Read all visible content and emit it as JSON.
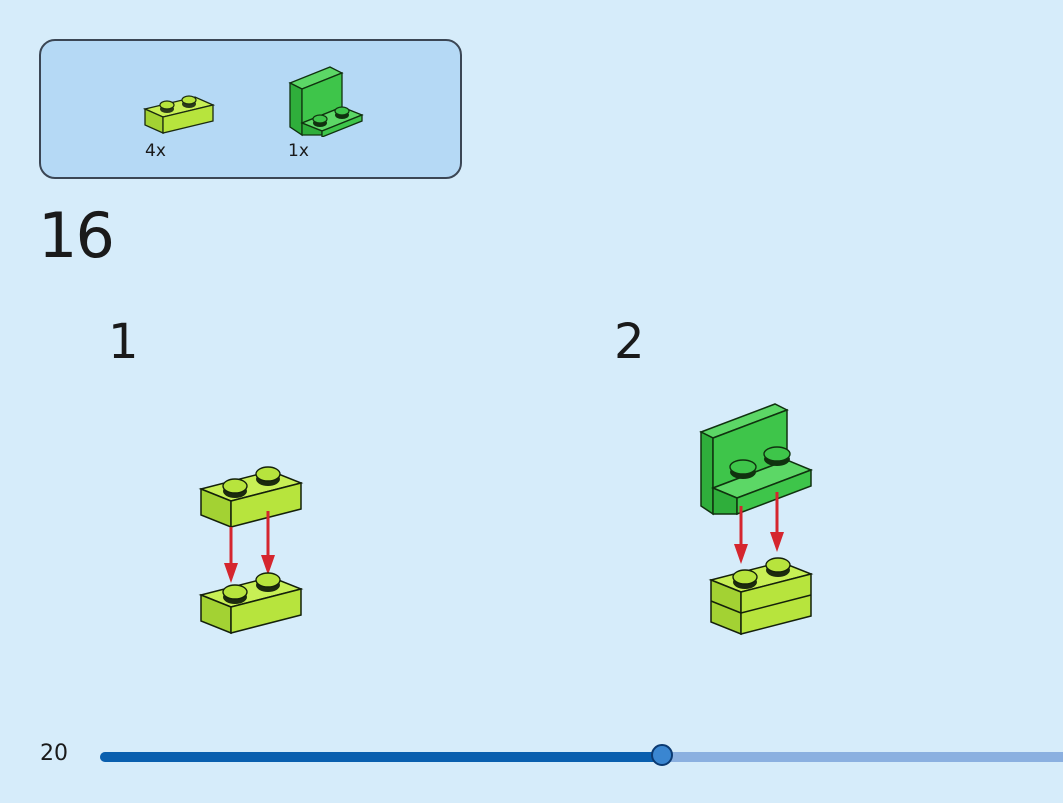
{
  "parts_list": {
    "items": [
      {
        "icon": "lime-plate-1x2-icon",
        "color": "#b7e43d",
        "count": "4x"
      },
      {
        "icon": "green-bracket-1x2-icon",
        "color": "#3ec54a",
        "count": "1x"
      }
    ]
  },
  "step": {
    "number": "16"
  },
  "substeps": [
    {
      "number": "1"
    },
    {
      "number": "2"
    }
  ],
  "page": {
    "number": "20"
  },
  "progress": {
    "fraction": 0.584
  },
  "colors": {
    "background": "#d6ecfa",
    "parts_box": "#b5d9f5",
    "lime": "#b7e43d",
    "green": "#3ec54a",
    "arrow": "#d5262e",
    "progress_fill": "#0a5fae",
    "progress_track": "#8bb0e0"
  }
}
